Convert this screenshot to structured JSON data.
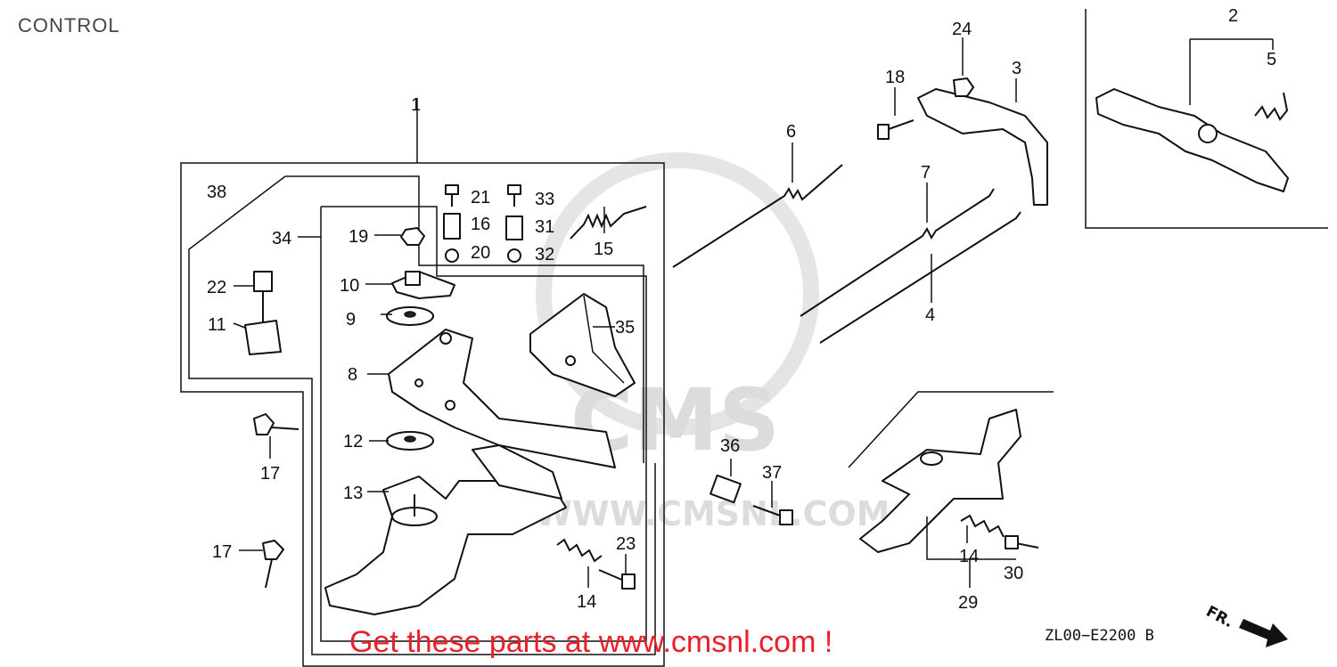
{
  "page": {
    "title": "CONTROL"
  },
  "watermark": {
    "line1": "CMS",
    "line2": "WWW.CMSNL.COM"
  },
  "promo_text": "Get these parts at www.cmsnl.com !",
  "drawing_code": "ZL00−E2200",
  "drawing_code_suffix": "B",
  "direction_label": "FR.",
  "callouts": {
    "c1": "1",
    "c2": "2",
    "c3": "3",
    "c4": "4",
    "c5": "5",
    "c6": "6",
    "c7": "7",
    "c8": "8",
    "c9": "9",
    "c10": "10",
    "c11": "11",
    "c12": "12",
    "c13": "13",
    "c14a": "14",
    "c14b": "14",
    "c15": "15",
    "c16": "16",
    "c17a": "17",
    "c17b": "17",
    "c18": "18",
    "c19": "19",
    "c20": "20",
    "c21": "21",
    "c22": "22",
    "c23": "23",
    "c24": "24",
    "c29": "29",
    "c30": "30",
    "c31": "31",
    "c32": "32",
    "c33": "33",
    "c34": "34",
    "c35": "35",
    "c36": "36",
    "c37": "37",
    "c38": "38"
  }
}
